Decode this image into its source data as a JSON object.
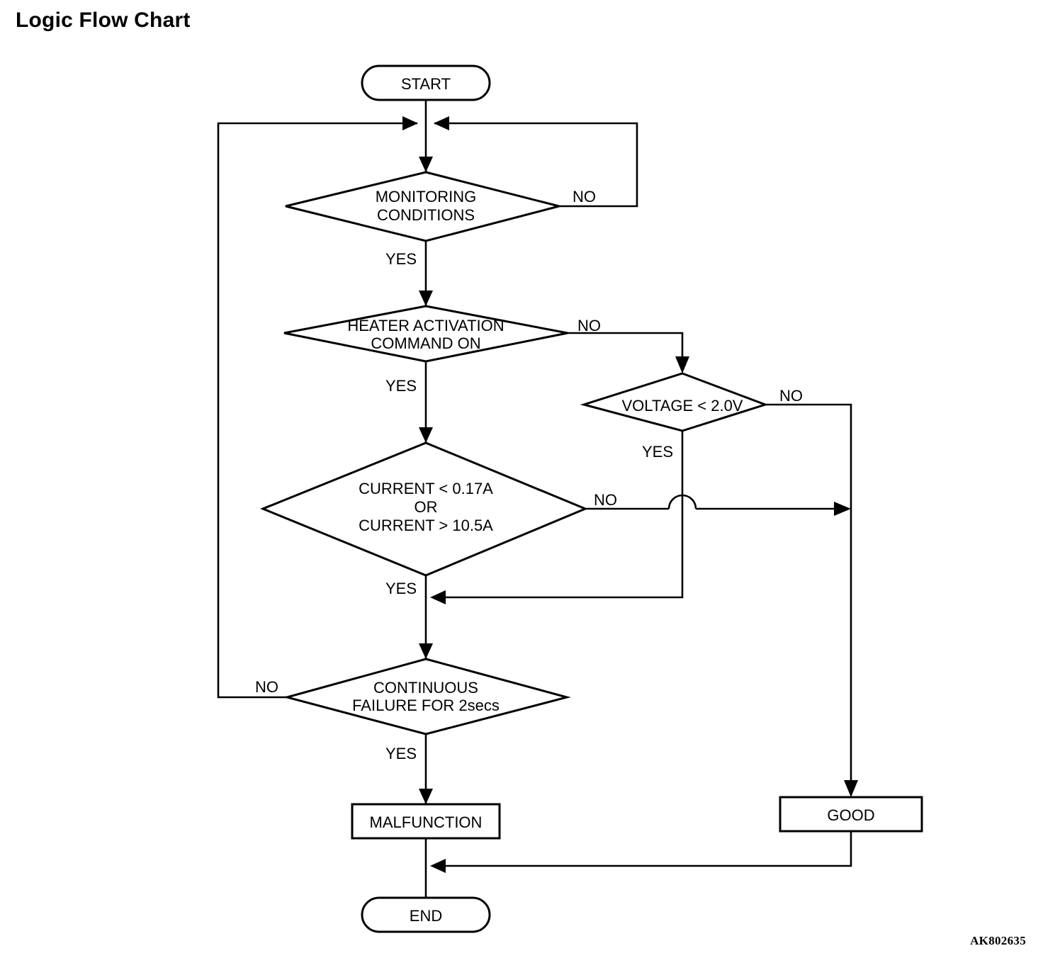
{
  "page": {
    "title": "Logic Flow Chart",
    "figure_code": "AK802635",
    "background_color": "#ffffff",
    "line_color": "#000000"
  },
  "chart_data": {
    "type": "diagram",
    "diagram_kind": "flowchart",
    "title": "Logic Flow Chart",
    "nodes": [
      {
        "id": "start",
        "shape": "terminator",
        "label": "START"
      },
      {
        "id": "monitor",
        "shape": "decision",
        "label_line1": "MONITORING",
        "label_line2": "CONDITIONS"
      },
      {
        "id": "heater",
        "shape": "decision",
        "label_line1": "HEATER ACTIVATION",
        "label_line2": "COMMAND ON"
      },
      {
        "id": "voltage",
        "shape": "decision",
        "label_line1": "VOLTAGE < 2.0V"
      },
      {
        "id": "current",
        "shape": "decision",
        "label_line1": "CURRENT < 0.17A",
        "label_line2": "OR",
        "label_line3": "CURRENT > 10.5A"
      },
      {
        "id": "failure",
        "shape": "decision",
        "label_line1": "CONTINUOUS",
        "label_line2": "FAILURE FOR 2secs"
      },
      {
        "id": "malfunction",
        "shape": "process",
        "label": "MALFUNCTION"
      },
      {
        "id": "good",
        "shape": "process",
        "label": "GOOD"
      },
      {
        "id": "end",
        "shape": "terminator",
        "label": "END"
      }
    ],
    "edges": [
      {
        "from": "start",
        "to": "monitor",
        "label": ""
      },
      {
        "from": "monitor",
        "to": "start_join",
        "label": "NO"
      },
      {
        "from": "monitor",
        "to": "heater",
        "label": "YES"
      },
      {
        "from": "heater",
        "to": "voltage",
        "label": "NO"
      },
      {
        "from": "heater",
        "to": "current",
        "label": "YES"
      },
      {
        "from": "voltage",
        "to": "good",
        "label": "NO"
      },
      {
        "from": "voltage",
        "to": "failure",
        "label": "YES"
      },
      {
        "from": "current",
        "to": "good",
        "label": "NO"
      },
      {
        "from": "current",
        "to": "failure",
        "label": "YES"
      },
      {
        "from": "failure",
        "to": "start_join",
        "label": "NO"
      },
      {
        "from": "failure",
        "to": "malfunction",
        "label": "YES"
      },
      {
        "from": "malfunction",
        "to": "end",
        "label": ""
      },
      {
        "from": "good",
        "to": "end",
        "label": ""
      }
    ],
    "branch_labels": {
      "monitor_no": "NO",
      "monitor_yes": "YES",
      "heater_no": "NO",
      "heater_yes": "YES",
      "voltage_no": "NO",
      "voltage_yes": "YES",
      "current_no": "NO",
      "current_yes": "YES",
      "failure_no": "NO",
      "failure_yes": "YES"
    }
  },
  "nodes": {
    "start": {
      "label": "START"
    },
    "monitor": {
      "line1": "MONITORING",
      "line2": "CONDITIONS"
    },
    "heater": {
      "line1": "HEATER ACTIVATION",
      "line2": "COMMAND ON"
    },
    "voltage": {
      "line1": "VOLTAGE < 2.0V"
    },
    "current": {
      "line1": "CURRENT < 0.17A",
      "line2": "OR",
      "line3": "CURRENT > 10.5A"
    },
    "failure": {
      "line1": "CONTINUOUS",
      "line2": "FAILURE FOR 2secs"
    },
    "malfunction": {
      "label": "MALFUNCTION"
    },
    "good": {
      "label": "GOOD"
    },
    "end": {
      "label": "END"
    }
  },
  "labels": {
    "monitor_no": "NO",
    "monitor_yes": "YES",
    "heater_no": "NO",
    "heater_yes": "YES",
    "voltage_no": "NO",
    "voltage_yes": "YES",
    "current_no": "NO",
    "current_yes": "YES",
    "failure_no": "NO",
    "failure_yes": "YES"
  }
}
